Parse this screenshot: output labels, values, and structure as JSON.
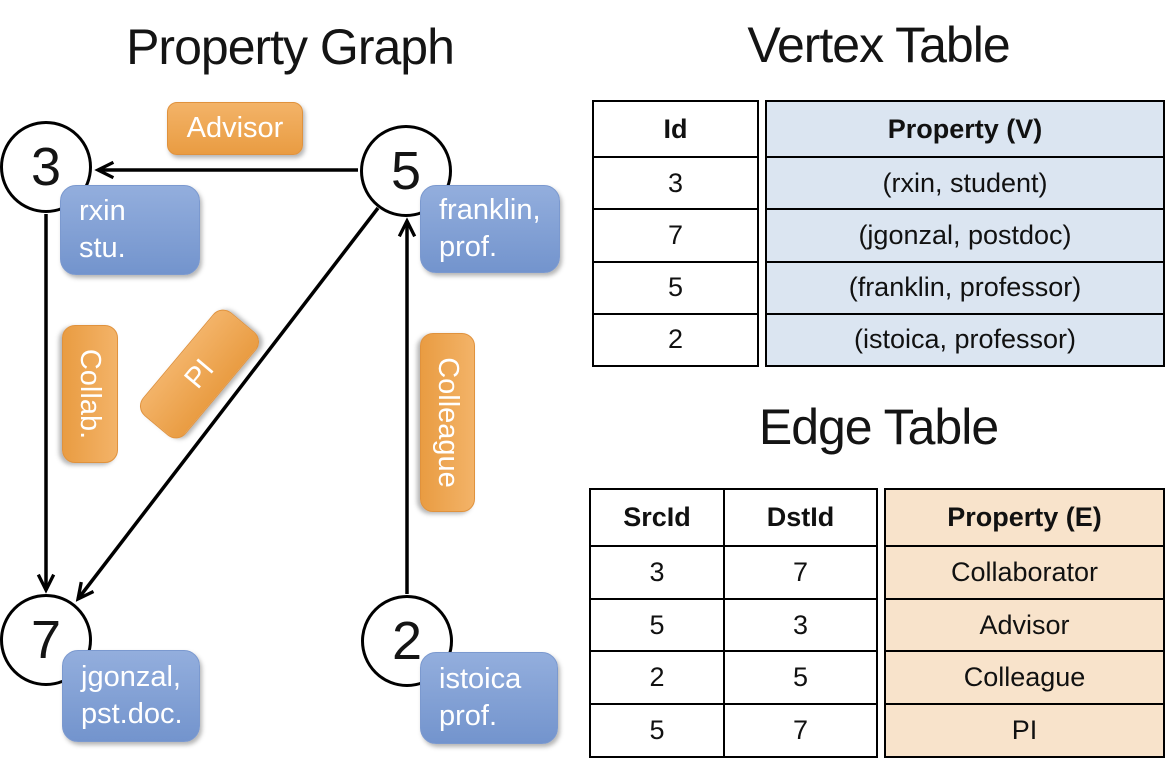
{
  "graph": {
    "title": "Property Graph",
    "nodes": [
      {
        "id": "3",
        "label_line1": "rxin",
        "label_line2": "stu."
      },
      {
        "id": "5",
        "label_line1": "franklin,",
        "label_line2": "prof."
      },
      {
        "id": "7",
        "label_line1": "jgonzal,",
        "label_line2": "pst.doc."
      },
      {
        "id": "2",
        "label_line1": "istoica",
        "label_line2": "prof."
      }
    ],
    "edge_labels": {
      "advisor": "Advisor",
      "collab": "Collab.",
      "pi": "PI",
      "colleague": "Colleague"
    }
  },
  "vertex_table": {
    "title": "Vertex Table",
    "columns": [
      "Id",
      "Property (V)"
    ],
    "rows": [
      [
        "3",
        "(rxin, student)"
      ],
      [
        "7",
        "(jgonzal, postdoc)"
      ],
      [
        "5",
        "(franklin, professor)"
      ],
      [
        "2",
        "(istoica, professor)"
      ]
    ]
  },
  "edge_table": {
    "title": "Edge Table",
    "columns": [
      "SrcId",
      "DstId",
      "Property (E)"
    ],
    "rows": [
      [
        "3",
        "7",
        "Collaborator"
      ],
      [
        "5",
        "3",
        "Advisor"
      ],
      [
        "2",
        "5",
        "Colleague"
      ],
      [
        "5",
        "7",
        "PI"
      ]
    ]
  },
  "colors": {
    "line-color": "#000000",
    "orange-top": "#f3b368",
    "orange-bottom": "#e99c42",
    "orange-border": "#e0923d",
    "blue-top": "#93aedd",
    "blue-bottom": "#7394cd",
    "blue-border": "#7b99cf",
    "vertex-col-bg": "#dbe5f1",
    "edge-col-bg": "#f8e3cb"
  }
}
